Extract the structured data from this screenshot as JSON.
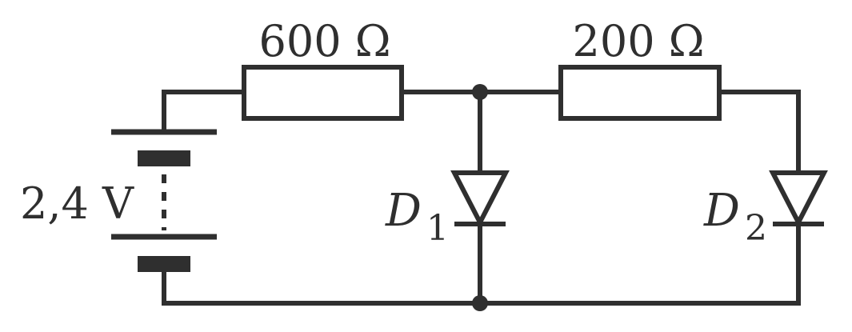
{
  "labels": {
    "resistor_1": "600 Ω",
    "resistor_2": "200 Ω",
    "battery": "2,4 V",
    "diode_1_letter": "D",
    "diode_1_index": "1",
    "diode_2_letter": "D",
    "diode_2_index": "2"
  }
}
